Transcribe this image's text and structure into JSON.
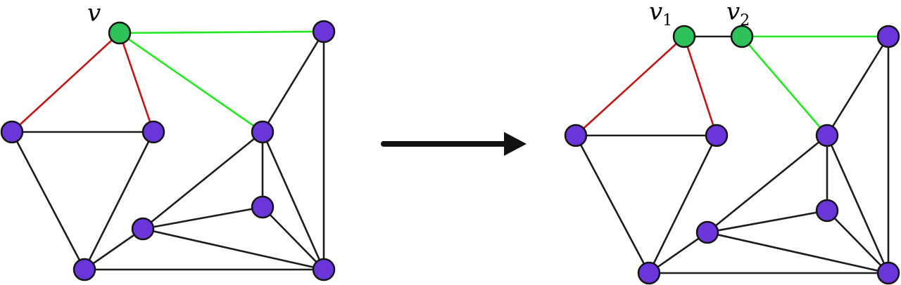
{
  "colors": {
    "vertex_default": "#6a35d9",
    "vertex_split": "#2fc25a",
    "vertex_stroke": "#141414",
    "edge_default": "#1c1c1c",
    "edge_red": "#c01515",
    "edge_green": "#22e822",
    "arrow": "#111111"
  },
  "before": {
    "label_v": {
      "base": "v",
      "sub": ""
    },
    "vertices": [
      {
        "id": "v",
        "kind": "split"
      },
      {
        "id": "a",
        "kind": "default"
      },
      {
        "id": "b",
        "kind": "default"
      },
      {
        "id": "c",
        "kind": "default"
      },
      {
        "id": "d",
        "kind": "default"
      },
      {
        "id": "e",
        "kind": "default"
      },
      {
        "id": "f",
        "kind": "default"
      },
      {
        "id": "g",
        "kind": "default"
      },
      {
        "id": "h",
        "kind": "default"
      }
    ],
    "edges": [
      {
        "from": "v",
        "to": "b",
        "color": "red"
      },
      {
        "from": "v",
        "to": "c",
        "color": "red"
      },
      {
        "from": "v",
        "to": "a",
        "color": "green"
      },
      {
        "from": "v",
        "to": "d",
        "color": "green"
      },
      {
        "from": "b",
        "to": "c",
        "color": "default"
      },
      {
        "from": "b",
        "to": "g",
        "color": "default"
      },
      {
        "from": "c",
        "to": "g",
        "color": "default"
      },
      {
        "from": "a",
        "to": "d",
        "color": "default"
      },
      {
        "from": "a",
        "to": "h",
        "color": "default"
      },
      {
        "from": "d",
        "to": "e",
        "color": "default"
      },
      {
        "from": "d",
        "to": "f",
        "color": "default"
      },
      {
        "from": "d",
        "to": "h",
        "color": "default"
      },
      {
        "from": "e",
        "to": "f",
        "color": "default"
      },
      {
        "from": "e",
        "to": "h",
        "color": "default"
      },
      {
        "from": "f",
        "to": "g",
        "color": "default"
      },
      {
        "from": "f",
        "to": "h",
        "color": "default"
      },
      {
        "from": "g",
        "to": "h",
        "color": "default"
      }
    ]
  },
  "after": {
    "label_v1": {
      "base": "v",
      "sub": "1"
    },
    "label_v2": {
      "base": "v",
      "sub": "2"
    },
    "vertices": [
      {
        "id": "v1",
        "kind": "split"
      },
      {
        "id": "v2",
        "kind": "split"
      },
      {
        "id": "a",
        "kind": "default"
      },
      {
        "id": "b",
        "kind": "default"
      },
      {
        "id": "c",
        "kind": "default"
      },
      {
        "id": "d",
        "kind": "default"
      },
      {
        "id": "e",
        "kind": "default"
      },
      {
        "id": "f",
        "kind": "default"
      },
      {
        "id": "g",
        "kind": "default"
      },
      {
        "id": "h",
        "kind": "default"
      }
    ],
    "edges": [
      {
        "from": "v1",
        "to": "v2",
        "color": "default"
      },
      {
        "from": "v1",
        "to": "b",
        "color": "red"
      },
      {
        "from": "v1",
        "to": "c",
        "color": "red"
      },
      {
        "from": "v2",
        "to": "a",
        "color": "green"
      },
      {
        "from": "v2",
        "to": "d",
        "color": "green"
      },
      {
        "from": "b",
        "to": "c",
        "color": "default"
      },
      {
        "from": "b",
        "to": "g",
        "color": "default"
      },
      {
        "from": "c",
        "to": "g",
        "color": "default"
      },
      {
        "from": "a",
        "to": "d",
        "color": "default"
      },
      {
        "from": "a",
        "to": "h",
        "color": "default"
      },
      {
        "from": "d",
        "to": "e",
        "color": "default"
      },
      {
        "from": "d",
        "to": "f",
        "color": "default"
      },
      {
        "from": "d",
        "to": "h",
        "color": "default"
      },
      {
        "from": "e",
        "to": "f",
        "color": "default"
      },
      {
        "from": "e",
        "to": "h",
        "color": "default"
      },
      {
        "from": "f",
        "to": "g",
        "color": "default"
      },
      {
        "from": "f",
        "to": "h",
        "color": "default"
      },
      {
        "from": "g",
        "to": "h",
        "color": "default"
      }
    ]
  },
  "arrow": {
    "direction": "right"
  }
}
